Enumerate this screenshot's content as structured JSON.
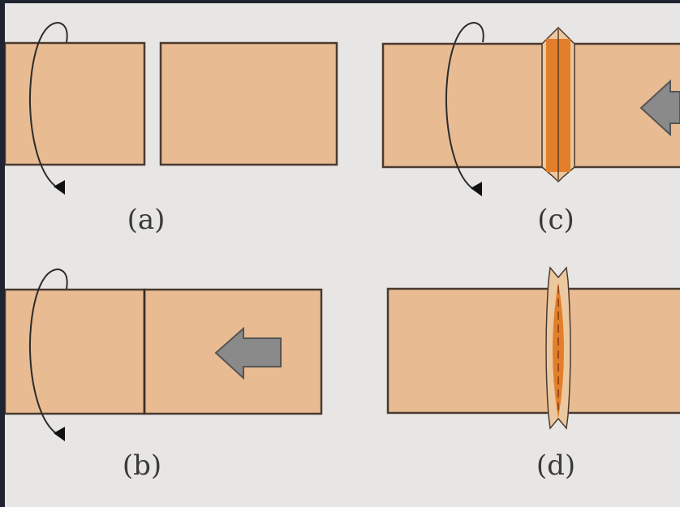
{
  "panels": {
    "a": {
      "caption": "(a)"
    },
    "b": {
      "caption": "(b)"
    },
    "c": {
      "caption": "(c)"
    },
    "d": {
      "caption": "(d)"
    }
  },
  "colors": {
    "background": "#e7e6e4",
    "frame": "#1f2430",
    "rod_fill": "#e8bb93",
    "rod_stroke": "#4a3a30",
    "weld_zone": "#e37f2a",
    "arrow_fill": "#8a8a8a",
    "arrow_stroke": "#555555",
    "rotation_curve": "#2b2b2b"
  },
  "icons": {
    "rotation": "rotation-arrow-icon",
    "push": "push-arrow-left-icon"
  }
}
